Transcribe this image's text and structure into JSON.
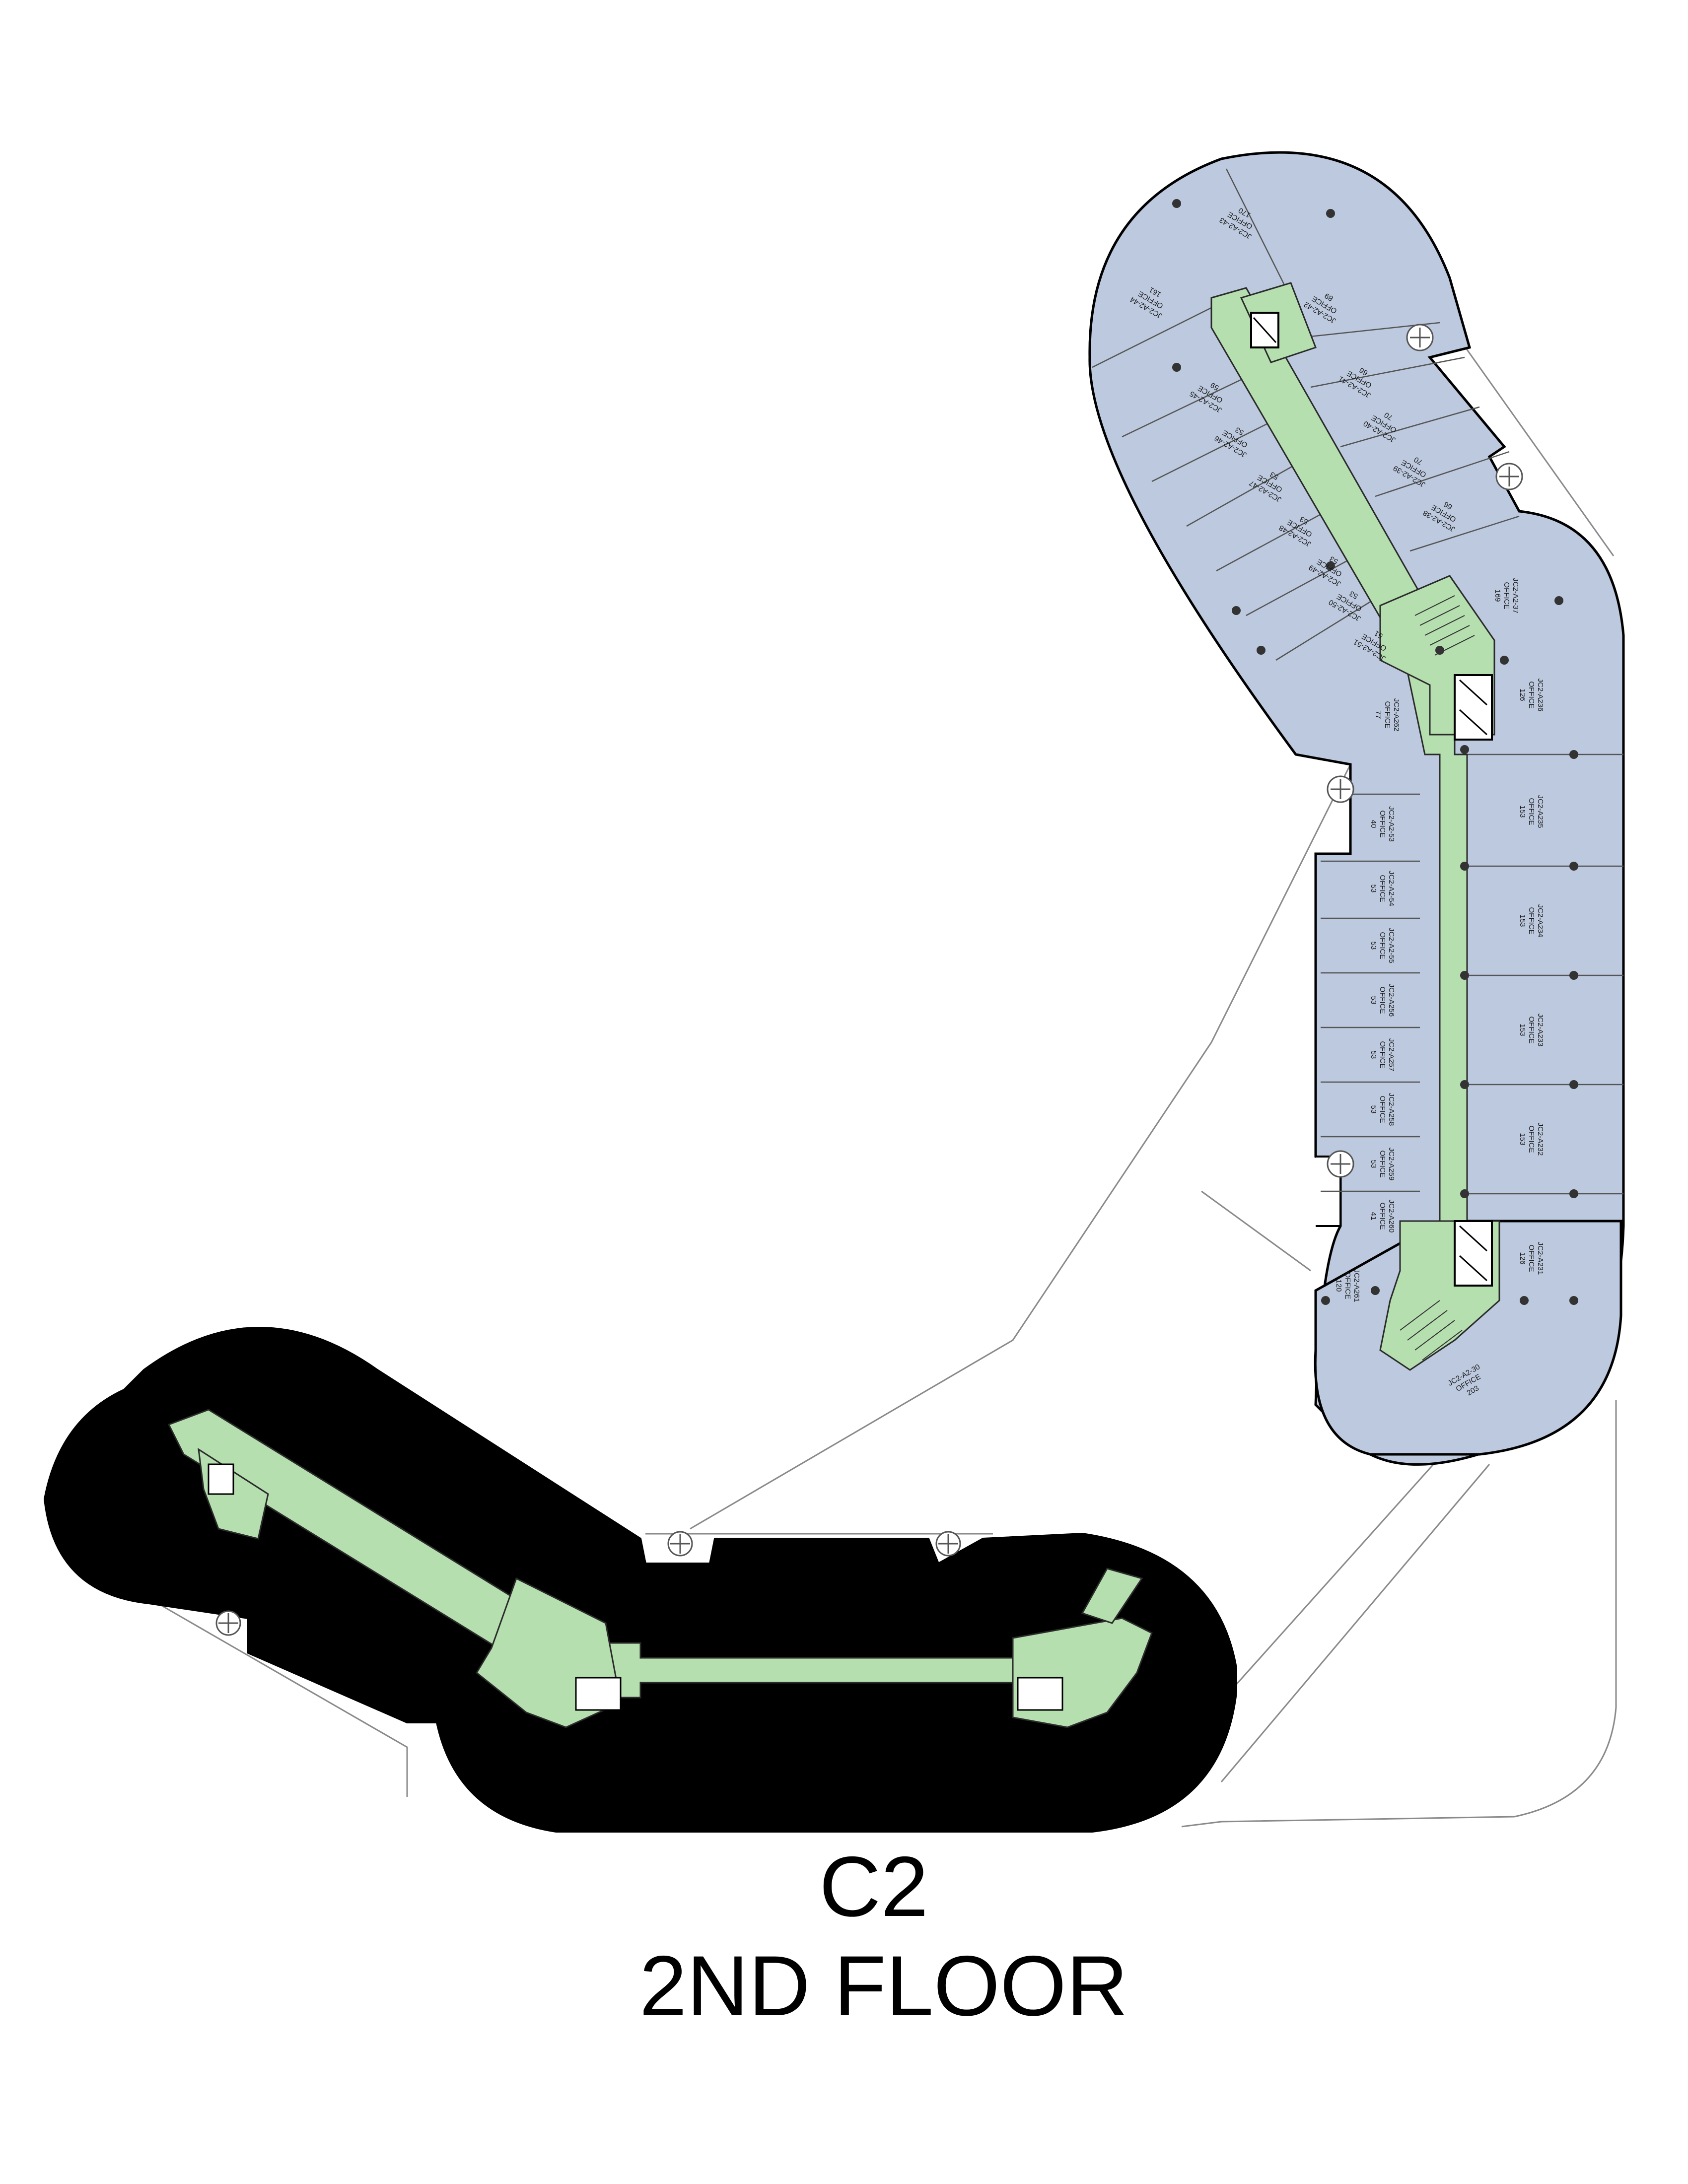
{
  "title": {
    "building": "C2",
    "floor": "2ND FLOOR"
  },
  "colors": {
    "office_fill": "#bcc9de",
    "corridor_fill": "#b6dfb0",
    "unavailable_fill": "#000000",
    "outline": "#000000"
  },
  "east_wing_units": [
    {
      "id": "JC2-A236",
      "type": "OFFICE",
      "area": "126"
    },
    {
      "id": "JC2-A235",
      "type": "OFFICE",
      "area": "153"
    },
    {
      "id": "JC2-A234",
      "type": "OFFICE",
      "area": "153"
    },
    {
      "id": "JC2-A233",
      "type": "OFFICE",
      "area": "153"
    },
    {
      "id": "JC2-A232",
      "type": "OFFICE",
      "area": "153"
    },
    {
      "id": "JC2-A231",
      "type": "OFFICE",
      "area": "126"
    },
    {
      "id": "JC2-A262",
      "type": "OFFICE",
      "area": "77"
    },
    {
      "id": "JC2-A2-53",
      "type": "OFFICE",
      "area": "40"
    },
    {
      "id": "JC2-A2-54",
      "type": "OFFICE",
      "area": "53"
    },
    {
      "id": "JC2-A2-55",
      "type": "OFFICE",
      "area": "53"
    },
    {
      "id": "JC2-A256",
      "type": "OFFICE",
      "area": "53"
    },
    {
      "id": "JC2-A257",
      "type": "OFFICE",
      "area": "53"
    },
    {
      "id": "JC2-A258",
      "type": "OFFICE",
      "area": "53"
    },
    {
      "id": "JC2-A259",
      "type": "OFFICE",
      "area": "53"
    },
    {
      "id": "JC2-A260",
      "type": "OFFICE",
      "area": "41"
    },
    {
      "id": "JC2-A261",
      "type": "OFFICE",
      "area": "120"
    },
    {
      "id": "JC2-A2-30",
      "type": "OFFICE",
      "area": "203"
    }
  ],
  "north_wing_units": [
    {
      "id": "JC2-A2-43",
      "type": "OFFICE",
      "area": "170"
    },
    {
      "id": "JC2-A2-44",
      "type": "OFFICE",
      "area": "161"
    },
    {
      "id": "JC2-A2-42",
      "type": "OFFICE",
      "area": "89"
    },
    {
      "id": "JC2-A2-41",
      "type": "OFFICE",
      "area": "66"
    },
    {
      "id": "JC2-A2-40",
      "type": "OFFICE",
      "area": "70"
    },
    {
      "id": "JC2-A2-39",
      "type": "OFFICE",
      "area": "70"
    },
    {
      "id": "JC2-A2-38",
      "type": "OFFICE",
      "area": "66"
    },
    {
      "id": "JC2-A2-37",
      "type": "OFFICE",
      "area": "169"
    },
    {
      "id": "JC2-A2-45",
      "type": "OFFICE",
      "area": "59"
    },
    {
      "id": "JC2-A2-46",
      "type": "OFFICE",
      "area": "53"
    },
    {
      "id": "JC2-A2-47",
      "type": "OFFICE",
      "area": "53"
    },
    {
      "id": "JC2-A2-48",
      "type": "OFFICE",
      "area": "53"
    },
    {
      "id": "JC2-A2-49",
      "type": "OFFICE",
      "area": "53"
    },
    {
      "id": "JC2-A2-50",
      "type": "OFFICE",
      "area": "53"
    },
    {
      "id": "JC2-A2-51",
      "type": "OFFICE",
      "area": "51"
    }
  ],
  "icons": {
    "tree": "tree-icon",
    "column": "column-icon",
    "elevator": "elevator-icon",
    "stairs": "stairs-icon"
  }
}
